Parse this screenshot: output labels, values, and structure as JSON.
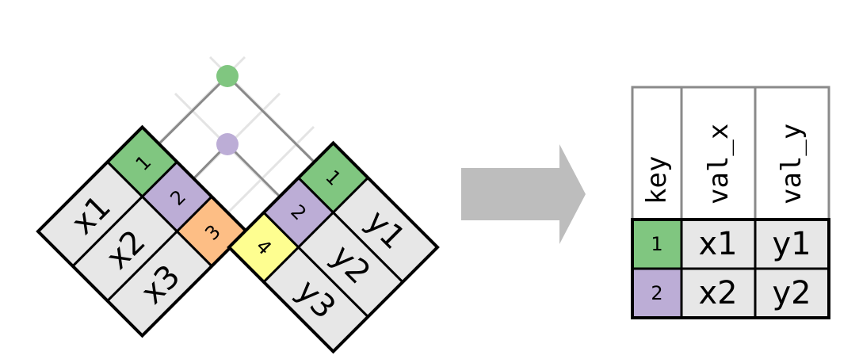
{
  "colors": {
    "green": "#80c680",
    "purple": "#bcadd6",
    "orange": "#fdbe85",
    "yellow": "#fefe90",
    "grey": "#e7e7e7",
    "arrow": "#bdbdbd",
    "guide": "#e4e4e4",
    "connector": "#8a8a8a"
  },
  "left_table": {
    "keys": [
      "1",
      "2",
      "3"
    ],
    "values": [
      "x1",
      "x2",
      "x3"
    ]
  },
  "right_table": {
    "keys": [
      "1",
      "2",
      "4"
    ],
    "values": [
      "y1",
      "y2",
      "y3"
    ]
  },
  "result_table": {
    "headers": [
      "key",
      "val_x",
      "val_y"
    ],
    "rows": [
      {
        "key": "1",
        "val_x": "x1",
        "val_y": "y1"
      },
      {
        "key": "2",
        "val_x": "x2",
        "val_y": "y2"
      }
    ]
  },
  "arrow_icon": "right-arrow"
}
